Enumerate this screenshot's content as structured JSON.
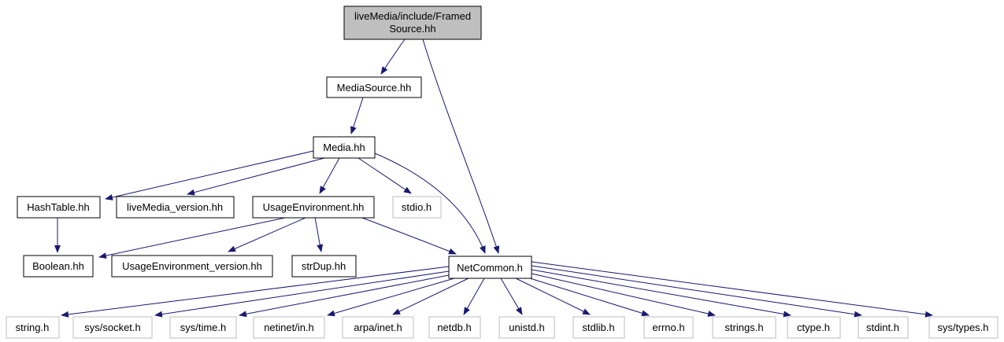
{
  "graph": {
    "kind": "include-dependency-graph",
    "colors": {
      "edge": "#191970",
      "node_border": "#000000",
      "system_node_border": "#bebebe",
      "current_node_fill": "#bfbfbf",
      "node_fill": "#ffffff",
      "background": "#ffffff",
      "text": "#000000"
    },
    "nodes": {
      "framedsource": {
        "label": "liveMedia/include/FramedSource.hh",
        "line1": "liveMedia/include/Framed",
        "line2": "Source.hh",
        "type": "current"
      },
      "mediasource": {
        "label": "MediaSource.hh",
        "type": "link"
      },
      "media": {
        "label": "Media.hh",
        "type": "link"
      },
      "hashtable": {
        "label": "HashTable.hh",
        "type": "link"
      },
      "livemedia_version": {
        "label": "liveMedia_version.hh",
        "type": "link"
      },
      "usageenvironment": {
        "label": "UsageEnvironment.hh",
        "type": "link"
      },
      "stdio": {
        "label": "stdio.h",
        "type": "system"
      },
      "boolean": {
        "label": "Boolean.hh",
        "type": "link"
      },
      "usageenvironment_version": {
        "label": "UsageEnvironment_version.hh",
        "type": "link"
      },
      "strdup": {
        "label": "strDup.hh",
        "type": "link"
      },
      "netcommon": {
        "label": "NetCommon.h",
        "type": "link"
      },
      "string": {
        "label": "string.h",
        "type": "system"
      },
      "sys_socket": {
        "label": "sys/socket.h",
        "type": "system"
      },
      "sys_time": {
        "label": "sys/time.h",
        "type": "system"
      },
      "netinet_in": {
        "label": "netinet/in.h",
        "type": "system"
      },
      "arpa_inet": {
        "label": "arpa/inet.h",
        "type": "system"
      },
      "netdb": {
        "label": "netdb.h",
        "type": "system"
      },
      "unistd": {
        "label": "unistd.h",
        "type": "system"
      },
      "stdlib": {
        "label": "stdlib.h",
        "type": "system"
      },
      "errno": {
        "label": "errno.h",
        "type": "system"
      },
      "strings": {
        "label": "strings.h",
        "type": "system"
      },
      "ctype": {
        "label": "ctype.h",
        "type": "system"
      },
      "stdint": {
        "label": "stdint.h",
        "type": "system"
      },
      "sys_types": {
        "label": "sys/types.h",
        "type": "system"
      }
    },
    "edges": [
      {
        "from": "liveMedia/include/FramedSource.hh",
        "to": "MediaSource.hh"
      },
      {
        "from": "liveMedia/include/FramedSource.hh",
        "to": "NetCommon.h"
      },
      {
        "from": "MediaSource.hh",
        "to": "Media.hh"
      },
      {
        "from": "Media.hh",
        "to": "HashTable.hh"
      },
      {
        "from": "Media.hh",
        "to": "liveMedia_version.hh"
      },
      {
        "from": "Media.hh",
        "to": "UsageEnvironment.hh"
      },
      {
        "from": "Media.hh",
        "to": "stdio.h"
      },
      {
        "from": "Media.hh",
        "to": "NetCommon.h"
      },
      {
        "from": "HashTable.hh",
        "to": "Boolean.hh"
      },
      {
        "from": "UsageEnvironment.hh",
        "to": "Boolean.hh"
      },
      {
        "from": "UsageEnvironment.hh",
        "to": "UsageEnvironment_version.hh"
      },
      {
        "from": "UsageEnvironment.hh",
        "to": "strDup.hh"
      },
      {
        "from": "UsageEnvironment.hh",
        "to": "NetCommon.h"
      },
      {
        "from": "NetCommon.h",
        "to": "string.h"
      },
      {
        "from": "NetCommon.h",
        "to": "sys/socket.h"
      },
      {
        "from": "NetCommon.h",
        "to": "sys/time.h"
      },
      {
        "from": "NetCommon.h",
        "to": "netinet/in.h"
      },
      {
        "from": "NetCommon.h",
        "to": "arpa/inet.h"
      },
      {
        "from": "NetCommon.h",
        "to": "netdb.h"
      },
      {
        "from": "NetCommon.h",
        "to": "unistd.h"
      },
      {
        "from": "NetCommon.h",
        "to": "stdlib.h"
      },
      {
        "from": "NetCommon.h",
        "to": "errno.h"
      },
      {
        "from": "NetCommon.h",
        "to": "strings.h"
      },
      {
        "from": "NetCommon.h",
        "to": "ctype.h"
      },
      {
        "from": "NetCommon.h",
        "to": "stdint.h"
      },
      {
        "from": "NetCommon.h",
        "to": "sys/types.h"
      }
    ]
  }
}
